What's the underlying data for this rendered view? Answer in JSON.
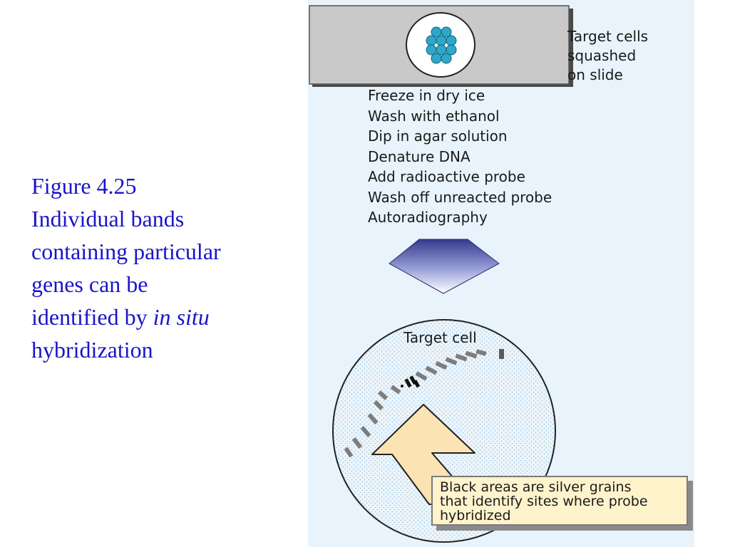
{
  "caption": {
    "figure_number": "Figure 4.25",
    "line_1": "Individual bands",
    "line_2": "containing particular",
    "line_3": "genes can be",
    "line_4_prefix": "identified by ",
    "line_4_italic": "in situ",
    "line_5": "hybridization",
    "color": "#1a14c8"
  },
  "slide": {
    "label_lines": [
      "Target cells",
      "squashed",
      "on slide"
    ]
  },
  "steps": [
    "Freeze in dry ice",
    "Wash with ethanol",
    "Dip in agar solution",
    "Denature DNA",
    "Add radioactive probe",
    "Wash off unreacted probe",
    "Autoradiography"
  ],
  "cell": {
    "label": "Target cell"
  },
  "note": {
    "lines": [
      "Black areas are silver grains",
      "that identify sites where probe",
      "hybridized"
    ]
  },
  "colors": {
    "panel_background": "#e8f3fc",
    "cell_bubble": "#2fa8c8",
    "arrow_top": "#363a8e",
    "arrow_bottom": "#ffffff",
    "pointer_fill": "#fbe3b4",
    "note_background": "#fff3cc"
  }
}
